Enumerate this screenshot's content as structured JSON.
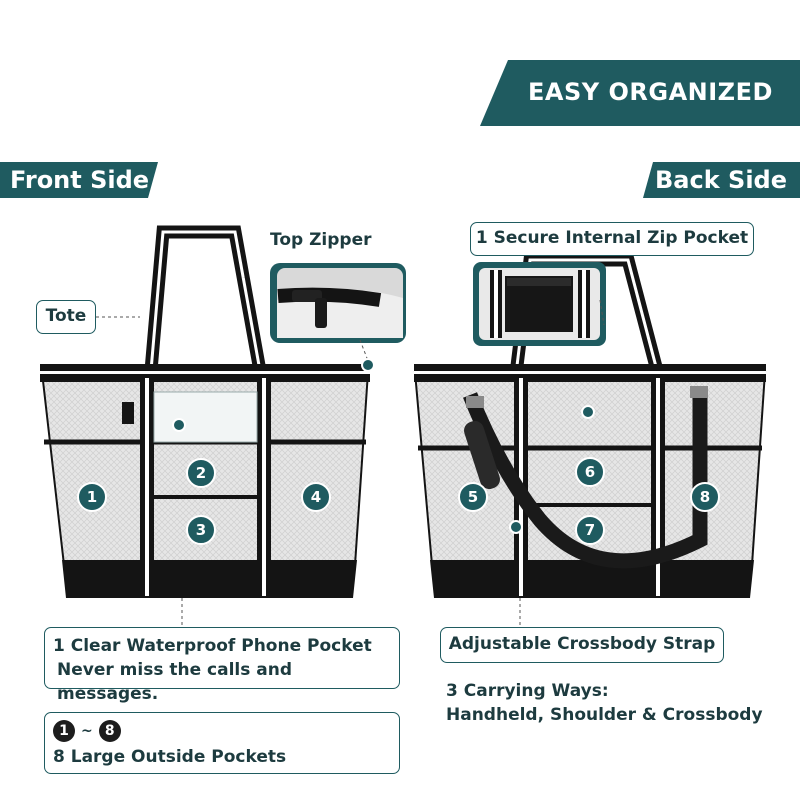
{
  "banner": "EASY ORGANIZED",
  "front": {
    "tag": "Front Side",
    "top_zipper": "Top Zipper",
    "tote": "Tote",
    "pocket_numbers": [
      "1",
      "2",
      "3",
      "4"
    ],
    "phone_pocket_line1": "1 Clear Waterproof Phone Pocket",
    "phone_pocket_line2": "Never miss the calls and messages.",
    "range_start": "1",
    "range_sep": "~",
    "range_end": "8",
    "large_pockets": "8 Large Outside Pockets"
  },
  "back": {
    "tag": "Back Side",
    "zip_pocket": "1 Secure Internal Zip Pocket",
    "pocket_numbers": [
      "5",
      "6",
      "7",
      "8"
    ],
    "crossbody_strap": "Adjustable Crossbody Strap",
    "carry_line1": "3 Carrying Ways:",
    "carry_line2": "Handheld, Shoulder & Crossbody"
  },
  "colors": {
    "accent": "#1f5b60",
    "text": "#1d3b3f",
    "mesh": "#dcdcdc",
    "black": "#141414"
  }
}
